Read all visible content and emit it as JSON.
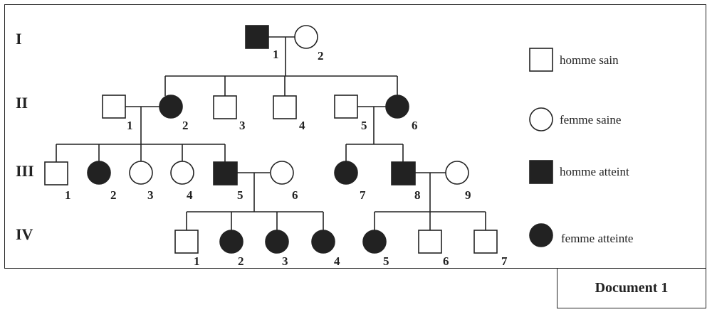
{
  "generations": [
    "I",
    "II",
    "III",
    "IV"
  ],
  "individuals": {
    "I": [
      {
        "n": "1",
        "sex": "male",
        "affected": true
      },
      {
        "n": "2",
        "sex": "female",
        "affected": false
      }
    ],
    "II": [
      {
        "n": "1",
        "sex": "male",
        "affected": false
      },
      {
        "n": "2",
        "sex": "female",
        "affected": true
      },
      {
        "n": "3",
        "sex": "male",
        "affected": false
      },
      {
        "n": "4",
        "sex": "male",
        "affected": false
      },
      {
        "n": "5",
        "sex": "male",
        "affected": false
      },
      {
        "n": "6",
        "sex": "female",
        "affected": true
      }
    ],
    "III": [
      {
        "n": "1",
        "sex": "male",
        "affected": false
      },
      {
        "n": "2",
        "sex": "female",
        "affected": true
      },
      {
        "n": "3",
        "sex": "female",
        "affected": false
      },
      {
        "n": "4",
        "sex": "female",
        "affected": false
      },
      {
        "n": "5",
        "sex": "male",
        "affected": true
      },
      {
        "n": "6",
        "sex": "female",
        "affected": false
      },
      {
        "n": "7",
        "sex": "female",
        "affected": true
      },
      {
        "n": "8",
        "sex": "male",
        "affected": true
      },
      {
        "n": "9",
        "sex": "female",
        "affected": false
      }
    ],
    "IV": [
      {
        "n": "1",
        "sex": "male",
        "affected": false
      },
      {
        "n": "2",
        "sex": "female",
        "affected": true
      },
      {
        "n": "3",
        "sex": "female",
        "affected": true
      },
      {
        "n": "4",
        "sex": "female",
        "affected": true
      },
      {
        "n": "5",
        "sex": "female",
        "affected": true
      },
      {
        "n": "6",
        "sex": "male",
        "affected": false
      },
      {
        "n": "7",
        "sex": "male",
        "affected": false
      }
    ]
  },
  "legend": [
    {
      "label": "homme sain",
      "icon": "healthy-male-square-icon"
    },
    {
      "label": "femme saine",
      "icon": "healthy-female-circle-icon"
    },
    {
      "label": "homme atteint",
      "icon": "affected-male-filled-square-icon"
    },
    {
      "label": "femme atteinte",
      "icon": "affected-female-filled-circle-icon"
    }
  ],
  "document_label": "Document 1",
  "colors": {
    "ink": "#222222",
    "background": "#ffffff"
  }
}
